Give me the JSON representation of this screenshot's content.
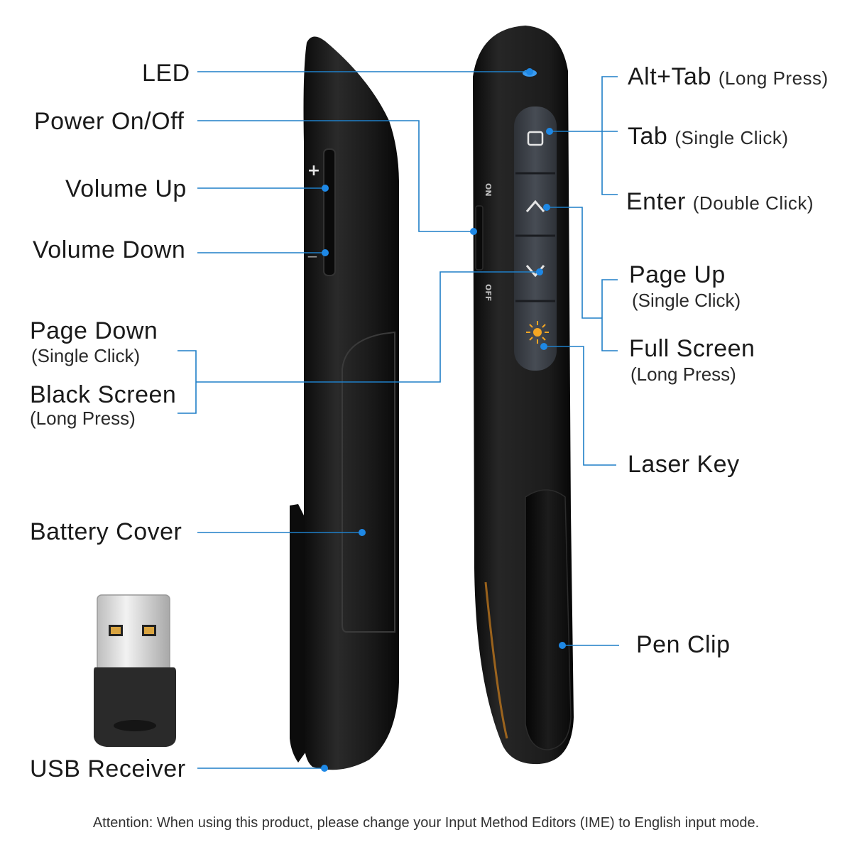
{
  "labels": {
    "led": "LED",
    "power": "Power On/Off",
    "volume_up": "Volume Up",
    "volume_down": "Volume Down",
    "page_down": "Page Down",
    "page_down_sub": "(Single Click)",
    "black_screen": "Black Screen",
    "black_screen_sub": "(Long Press)",
    "battery_cover": "Battery Cover",
    "usb_receiver": "USB Receiver",
    "alt_tab": "Alt+Tab",
    "alt_tab_sub": "(Long Press)",
    "tab": "Tab",
    "tab_sub": "(Single Click)",
    "enter": "Enter",
    "enter_sub": "(Double Click)",
    "page_up": "Page Up",
    "page_up_sub": "(Single Click)",
    "full_screen": "Full Screen",
    "full_screen_sub": "(Long Press)",
    "laser_key": "Laser Key",
    "pen_clip": "Pen Clip"
  },
  "device": {
    "switch_on": "ON",
    "switch_off": "OFF",
    "plus": "+",
    "minus": "−"
  },
  "note": "Attention: When using this product, please change your Input Method Editors (IME) to English input mode.",
  "colors": {
    "leader": "#1f7fc7",
    "dot": "#1e88e5",
    "body": "#151515",
    "button": "#3a3f46",
    "laser": "#f5a623"
  }
}
